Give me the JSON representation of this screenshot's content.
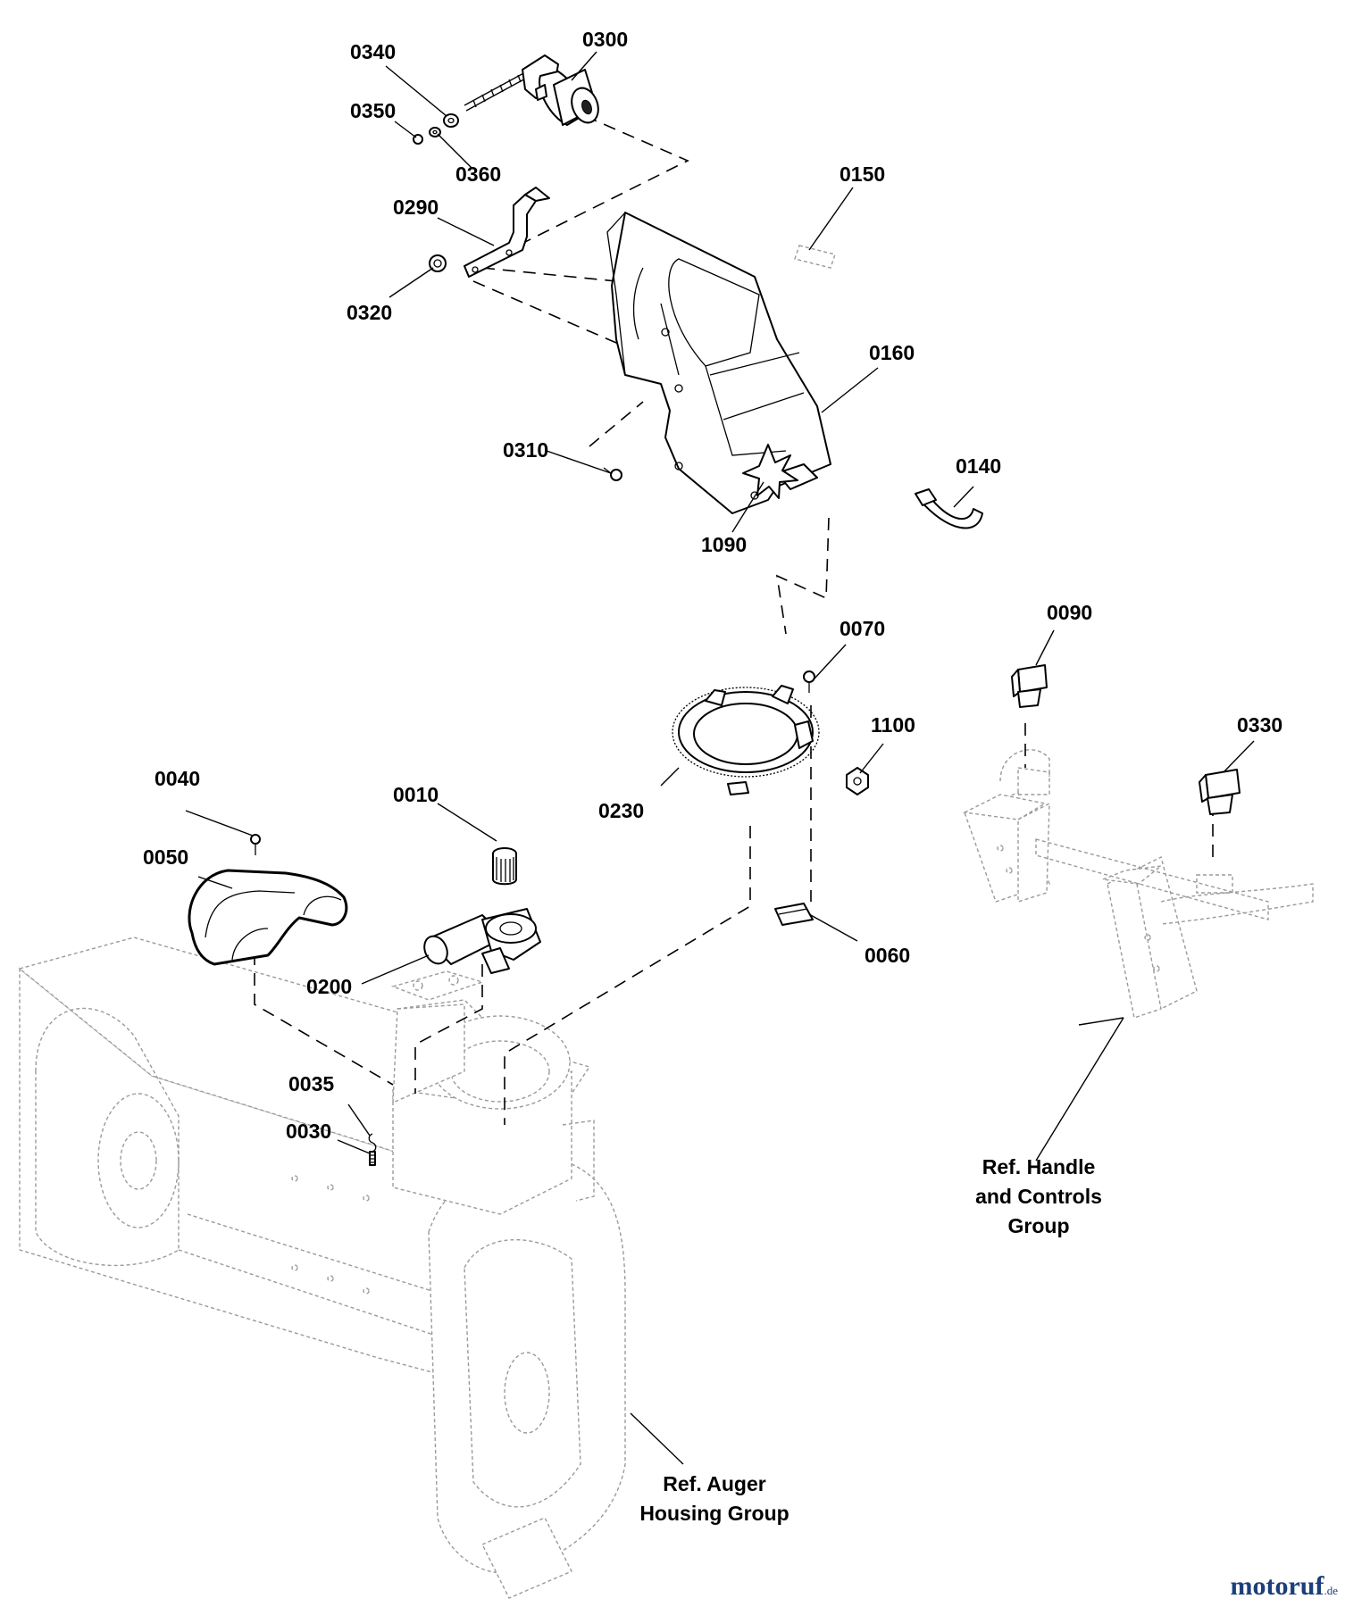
{
  "labels": {
    "p0340": "0340",
    "p0300": "0300",
    "p0350": "0350",
    "p0360": "0360",
    "p0290": "0290",
    "p0320": "0320",
    "p0150": "0150",
    "p0160": "0160",
    "p0310": "0310",
    "p0140": "0140",
    "p1090": "1090",
    "p0070": "0070",
    "p0090": "0090",
    "p1100": "1100",
    "p0330": "0330",
    "p0040": "0040",
    "p0010": "0010",
    "p0230": "0230",
    "p0050": "0050",
    "p0200": "0200",
    "p0060": "0060",
    "p0035": "0035",
    "p0030": "0030"
  },
  "references": {
    "handle_line1": "Ref. Handle",
    "handle_line2": "and Controls",
    "handle_line3": "Group",
    "auger_line1": "Ref. Auger",
    "auger_line2": "Housing Group"
  },
  "watermark": {
    "name": "motoruf",
    "suffix": ".de"
  }
}
